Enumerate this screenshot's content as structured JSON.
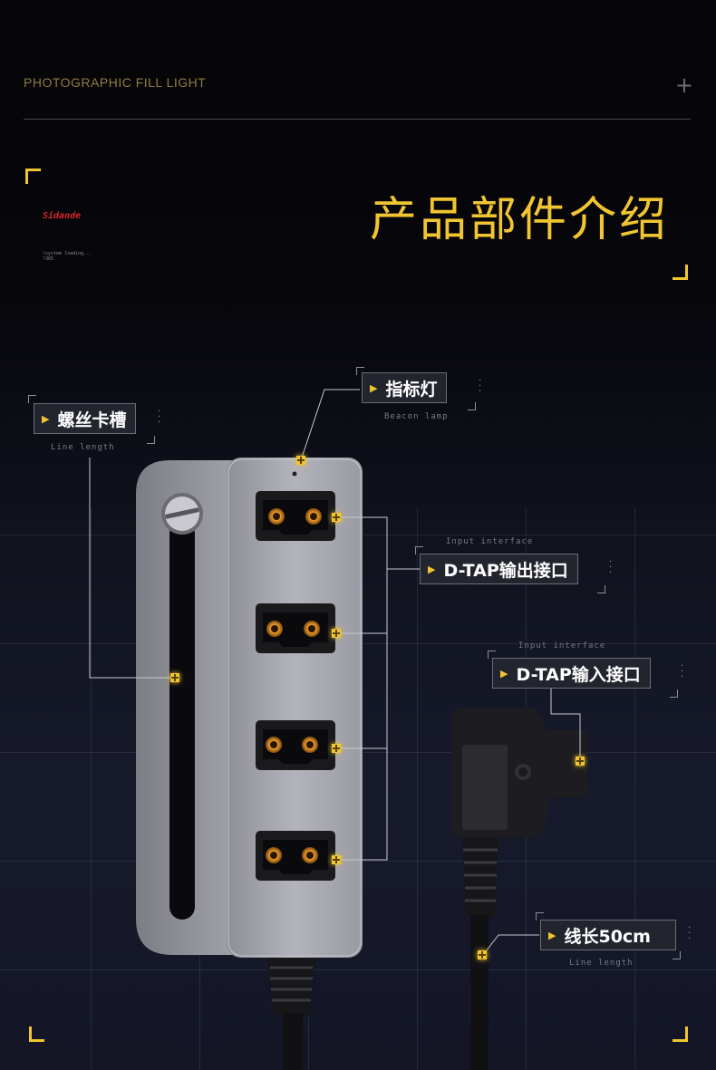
{
  "header": {
    "tagline": "PHOTOGRAPHIC FILL LIGHT",
    "plus_symbol": "+",
    "title": "产品部件介绍"
  },
  "brand": {
    "logo_text": "Sidande",
    "system_text": "!system loading...\n!365"
  },
  "callouts": {
    "indicator": {
      "label": "指标灯",
      "sub": "Beacon lamp"
    },
    "screw_slot": {
      "label": "螺丝卡槽",
      "sub": "Line length"
    },
    "dtap_output": {
      "label": "D-TAP输出接口",
      "sub": "Input interface"
    },
    "dtap_input": {
      "label": "D-TAP输入接口",
      "sub": "Input interface"
    },
    "cable_length": {
      "label": "线长50cm",
      "sub": "Line length"
    }
  },
  "colors": {
    "accent": "#f1c531",
    "brand_red": "#d8252d",
    "label_bg": "#23252e",
    "device_body": "#a5a5ad"
  }
}
